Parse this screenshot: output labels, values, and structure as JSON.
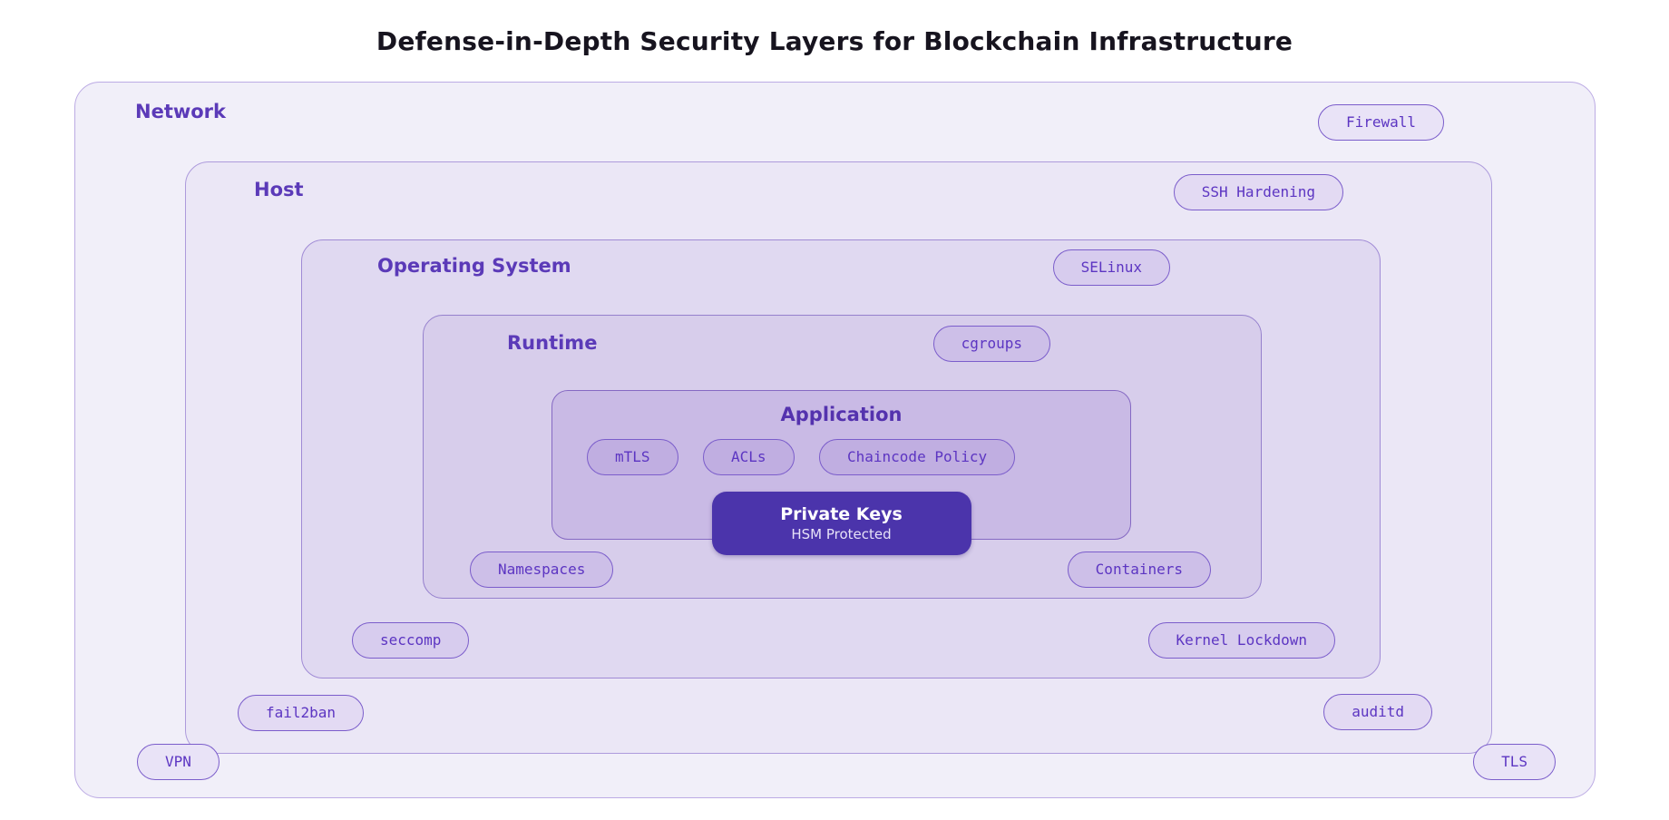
{
  "title": "Defense-in-Depth Security Layers for Blockchain Infrastructure",
  "layers": {
    "network": {
      "label": "Network",
      "badges": {
        "top_right": "Firewall",
        "bottom_left": "VPN",
        "bottom_right": "TLS"
      }
    },
    "host": {
      "label": "Host",
      "badges": {
        "top_right": "SSH Hardening",
        "bottom_left": "fail2ban",
        "bottom_right": "auditd"
      }
    },
    "os": {
      "label": "Operating System",
      "badges": {
        "top_right": "SELinux",
        "bottom_left": "seccomp",
        "bottom_right": "Kernel Lockdown"
      }
    },
    "runtime": {
      "label": "Runtime",
      "badges": {
        "top_right": "cgroups",
        "bottom_left": "Namespaces",
        "bottom_right": "Containers"
      }
    },
    "application": {
      "label": "Application",
      "badges": {
        "row": [
          "mTLS",
          "ACLs",
          "Chaincode Policy"
        ]
      }
    }
  },
  "core": {
    "title": "Private Keys",
    "subtitle": "HSM Protected"
  },
  "colors": {
    "title_text": "#17141f",
    "accent_text": "#5b3ab8",
    "badge_text": "#5c35c2",
    "badge_border": "#7b5dcb",
    "core_bg": "#4b34ab",
    "core_text": "#ffffff",
    "layer_bgs": [
      "#f1eff9",
      "#ebe7f6",
      "#e0d9f1",
      "#d7cdeb",
      "#c9bae5"
    ]
  }
}
